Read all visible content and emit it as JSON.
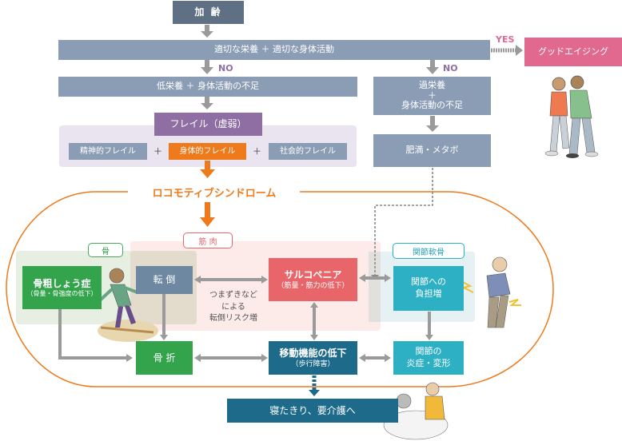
{
  "top": {
    "aging": "加 齢",
    "condition": "適切な栄養 ＋ 適切な身体活動",
    "yes_label": "YES",
    "no_label_left": "NO",
    "no_label_right": "NO",
    "good_aging": "グッドエイジング"
  },
  "left_branch": {
    "low_nutrition": "低栄養 ＋ 身体活動の不足",
    "frailty_title": "フレイル（虚弱）",
    "frailty_items": [
      "精神的フレイル",
      "身体的フレイル",
      "社会的フレイル"
    ],
    "plus": "＋"
  },
  "right_branch": {
    "over_nutrition_line1": "過栄養",
    "over_nutrition_plus": "＋",
    "over_nutrition_line2": "身体活動の不足",
    "obesity": "肥満・メタボ"
  },
  "locomotive": {
    "title": "ロコモティブシンドローム",
    "groups": {
      "bone": "骨",
      "muscle": "筋 肉",
      "cartilage": "関節軟骨"
    },
    "osteoporosis": {
      "title": "骨粗しょう症",
      "sub": "（骨量・骨強度の低下）"
    },
    "fall": "転 倒",
    "fall_risk": [
      "つまずきなど",
      "による",
      "転倒リスク増"
    ],
    "sarcopenia": {
      "title": "サルコペニア",
      "sub": "（筋量・筋力の低下）"
    },
    "joint_load": [
      "関節への",
      "負担増"
    ],
    "fracture": "骨 折",
    "mobility": {
      "title": "移動機能の低下",
      "sub": "（歩行障害）"
    },
    "joint_inflammation": [
      "関節の",
      "炎症・変形"
    ]
  },
  "outcome": "寝たきり、要介護へ",
  "colors": {
    "slate": "#8a9db5",
    "dark_slate": "#5f7084",
    "purple": "#8f6ea3",
    "orange": "#ee7a1c",
    "pink": "#e1698f",
    "green": "#33a34c",
    "red": "#e8666a",
    "teal": "#2db0c4",
    "navy": "#1e6a8a",
    "fall_blue": "#6f88a2",
    "arrow_gray": "#9a9a9a"
  }
}
